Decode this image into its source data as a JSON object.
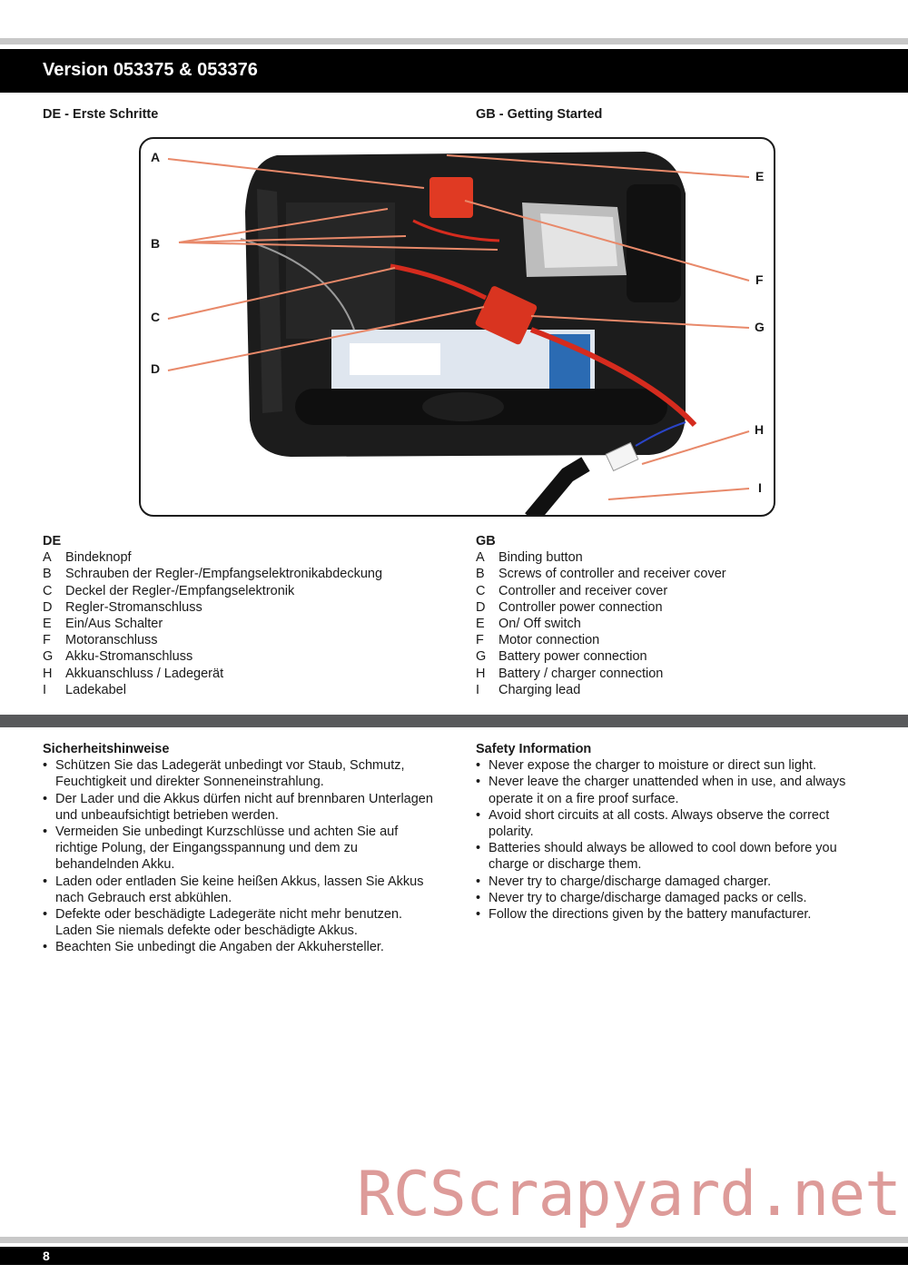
{
  "header": {
    "title": "Version 053375 & 053376"
  },
  "sections": {
    "de_heading": "DE - Erste Schritte",
    "gb_heading": "GB - Getting Started"
  },
  "callouts": [
    "A",
    "B",
    "C",
    "D",
    "E",
    "F",
    "G",
    "H",
    "I"
  ],
  "legend_de": {
    "title": "DE",
    "items": [
      {
        "letter": "A",
        "text": "Bindeknopf"
      },
      {
        "letter": "B",
        "text": "Schrauben der Regler-/Empfangselektronikabdeckung"
      },
      {
        "letter": "C",
        "text": "Deckel der Regler-/Empfangselektronik"
      },
      {
        "letter": "D",
        "text": "Regler-Stromanschluss"
      },
      {
        "letter": "E",
        "text": "Ein/Aus Schalter"
      },
      {
        "letter": "F",
        "text": "Motoranschluss"
      },
      {
        "letter": "G",
        "text": "Akku-Stromanschluss"
      },
      {
        "letter": "H",
        "text": "Akkuanschluss / Ladegerät"
      },
      {
        "letter": "I",
        "text": "Ladekabel"
      }
    ]
  },
  "legend_gb": {
    "title": "GB",
    "items": [
      {
        "letter": "A",
        "text": "Binding button"
      },
      {
        "letter": "B",
        "text": "Screws of controller and receiver cover"
      },
      {
        "letter": "C",
        "text": "Controller and receiver cover"
      },
      {
        "letter": "D",
        "text": "Controller power connection"
      },
      {
        "letter": "E",
        "text": "On/ Off switch"
      },
      {
        "letter": "F",
        "text": "Motor connection"
      },
      {
        "letter": "G",
        "text": "Battery power connection"
      },
      {
        "letter": "H",
        "text": "Battery / charger connection"
      },
      {
        "letter": "I",
        "text": "Charging lead"
      }
    ]
  },
  "safety_de": {
    "title": "Sicherheitshinweise",
    "items": [
      "Schützen Sie das Ladegerät unbedingt vor Staub, Schmutz, Feuchtigkeit und direkter Sonneneinstrahlung.",
      "Der Lader und die Akkus dürfen nicht auf brennbaren Unterlagen und unbeaufsichtigt betrieben werden.",
      "Vermeiden Sie unbedingt Kurzschlüsse und achten Sie auf richtige Polung, der Eingangsspannung und dem zu behandelnden Akku.",
      "Laden oder entladen Sie keine heißen Akkus, lassen Sie Akkus nach Gebrauch erst abkühlen.",
      "Defekte oder beschädigte Ladegeräte nicht mehr benutzen. Laden Sie niemals defekte oder beschädigte Akkus.",
      "Beachten Sie unbedingt die Angaben der Akkuhersteller."
    ]
  },
  "safety_gb": {
    "title": "Safety Information",
    "items": [
      "Never expose the charger to moisture or direct sun light.",
      "Never leave the charger unattended when in use, and always operate it on a fire proof surface.",
      "Avoid short circuits at all costs. Always observe the correct polarity.",
      "Batteries should always be allowed to cool down before you charge or discharge them.",
      "Never try to charge/discharge damaged charger.",
      "Never try to charge/discharge damaged packs or cells.",
      "Follow the directions given by the battery manufacturer."
    ]
  },
  "watermark": "RCScrapyard.net",
  "footer": {
    "page_number": "8"
  },
  "colors": {
    "header_bar": "#000000",
    "divider": "#58595b",
    "leader_line": "#e8896a",
    "watermark": "#d27a78"
  }
}
